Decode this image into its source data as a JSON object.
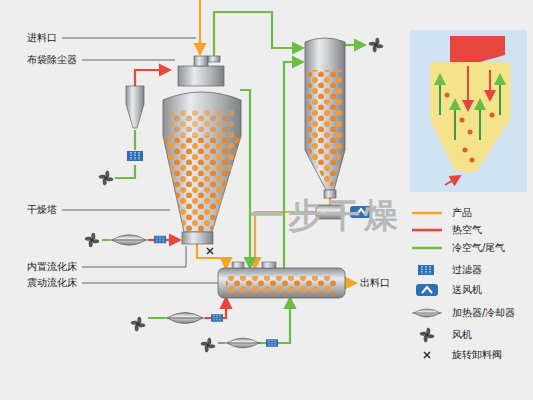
{
  "diagram": {
    "labels": [
      "进料口",
      "布袋除尘器",
      "干燥塔",
      "内置流化床",
      "震动流化床",
      "出料口",
      "一步干燥"
    ],
    "legend": [
      {
        "text": "产品"
      },
      {
        "text": "热空气"
      },
      {
        "text": "冷空气/尾气"
      },
      {
        "text": "过滤器"
      },
      {
        "text": "送风机"
      },
      {
        "text": "加热器/冷却器"
      },
      {
        "text": "风机"
      },
      {
        "text": "旋转卸料阀"
      }
    ]
  }
}
